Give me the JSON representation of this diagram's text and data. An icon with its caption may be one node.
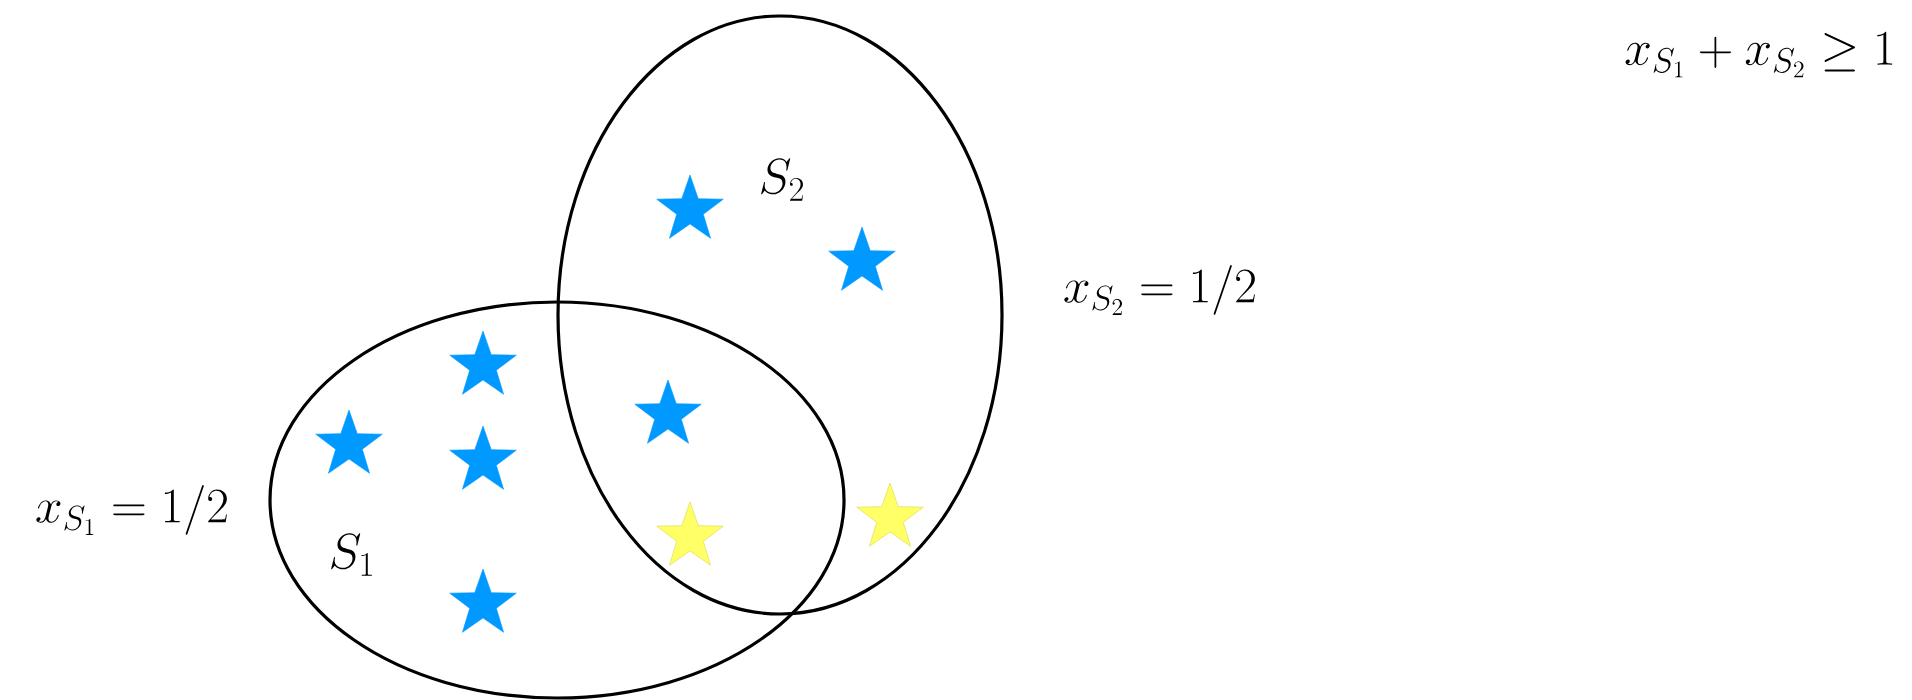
{
  "diagram": {
    "nodes": [
      {
        "text": [
          "S_1"
        ],
        "beside": [
          "x_{S_1} = 1/2"
        ]
      },
      {
        "text": [
          "S_2"
        ],
        "beside": [
          "x_{S_2} = 1/2"
        ]
      }
    ],
    "labels": [
      "x_{S_1} + x_{S_2} \\geq 1"
    ]
  }
}
